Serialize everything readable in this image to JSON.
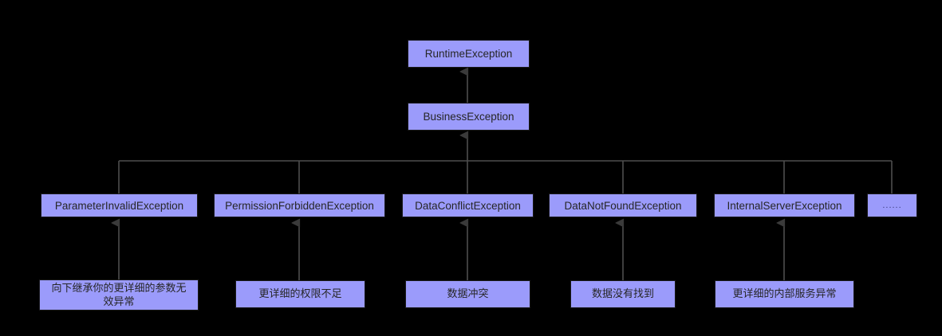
{
  "diagram": {
    "title": "Exception class hierarchy",
    "type": "uml-class-hierarchy",
    "background_color": "#000000",
    "node_fill_color": "#9b9bfb",
    "node_border_color": "#1a1a1a",
    "edge_color": "#4d4d4d",
    "text_color": "#262626"
  },
  "nodes": {
    "runtime_exception": {
      "label": "RuntimeException"
    },
    "business_exception": {
      "label": "BusinessException"
    },
    "parameter_invalid_exception": {
      "label": "ParameterInvalidException"
    },
    "permission_forbidden_exception": {
      "label": "PermissionForbiddenException"
    },
    "data_conflict_exception": {
      "label": "DataConflictException"
    },
    "data_not_found_exception": {
      "label": "DataNotFoundException"
    },
    "internal_server_exception": {
      "label": "InternalServerException"
    },
    "more_exceptions": {
      "label": "......"
    },
    "parameter_invalid_detail": {
      "label": "向下继承你的更详细的参数无\n效异常"
    },
    "permission_forbidden_detail": {
      "label": "更详细的权限不足"
    },
    "data_conflict_detail": {
      "label": "数据冲突"
    },
    "data_not_found_detail": {
      "label": "数据没有找到"
    },
    "internal_server_detail": {
      "label": "更详细的内部服务异常"
    }
  },
  "edges": [
    {
      "from": "business_exception",
      "to": "runtime_exception",
      "type": "generalization"
    },
    {
      "from": "parameter_invalid_exception",
      "to": "business_exception",
      "type": "generalization"
    },
    {
      "from": "permission_forbidden_exception",
      "to": "business_exception",
      "type": "generalization"
    },
    {
      "from": "data_conflict_exception",
      "to": "business_exception",
      "type": "generalization"
    },
    {
      "from": "data_not_found_exception",
      "to": "business_exception",
      "type": "generalization"
    },
    {
      "from": "internal_server_exception",
      "to": "business_exception",
      "type": "generalization"
    },
    {
      "from": "more_exceptions",
      "to": "business_exception",
      "type": "plain"
    },
    {
      "from": "parameter_invalid_detail",
      "to": "parameter_invalid_exception",
      "type": "generalization"
    },
    {
      "from": "permission_forbidden_detail",
      "to": "permission_forbidden_exception",
      "type": "generalization"
    },
    {
      "from": "data_conflict_detail",
      "to": "data_conflict_exception",
      "type": "generalization"
    },
    {
      "from": "data_not_found_detail",
      "to": "data_not_found_exception",
      "type": "generalization"
    },
    {
      "from": "internal_server_detail",
      "to": "internal_server_exception",
      "type": "generalization"
    }
  ]
}
